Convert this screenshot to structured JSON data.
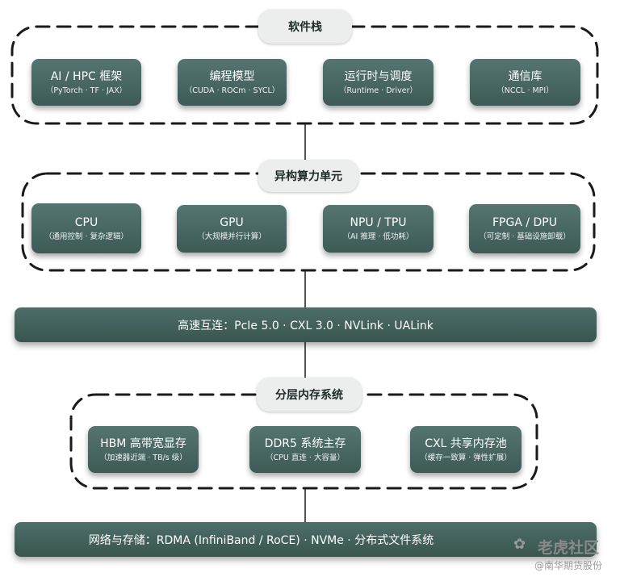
{
  "software_stack": {
    "label": "软件栈",
    "cards": [
      {
        "title": "AI / HPC 框架",
        "sub": "（PyTorch · TF · JAX）"
      },
      {
        "title": "编程模型",
        "sub": "（CUDA · ROCm · SYCL）"
      },
      {
        "title": "运行时与调度",
        "sub": "（Runtime · Driver）"
      },
      {
        "title": "通信库",
        "sub": "（NCCL · MPI）"
      }
    ]
  },
  "compute_units": {
    "label": "异构算力单元",
    "cards": [
      {
        "title": "CPU",
        "sub": "（通用控制 · 复杂逻辑）"
      },
      {
        "title": "GPU",
        "sub": "（大规模并行计算）"
      },
      {
        "title": "NPU / TPU",
        "sub": "（AI 推理 · 低功耗）"
      },
      {
        "title": "FPGA / DPU",
        "sub": "（可定制 · 基础设施卸载）"
      }
    ]
  },
  "interconnect": {
    "text": "高速互连：PcIe 5.0 · CXL 3.0 · NVLink · UALink"
  },
  "memory": {
    "label": "分层内存系统",
    "cards": [
      {
        "title": "HBM 高带宽显存",
        "sub": "（加速器近端 · TB/s 级）"
      },
      {
        "title": "DDR5 系统主存",
        "sub": "（CPU 直连 · 大容量）"
      },
      {
        "title": "CXL 共享内存池",
        "sub": "（缓存一致算 · 弹性扩展）"
      }
    ]
  },
  "network": {
    "text": "网络与存储：RDMA (InfiniBand / RoCE) · NVMe · 分布式文件系统"
  },
  "watermark": {
    "name": "老虎社区",
    "sub": "@南华期货股份"
  },
  "colors": {
    "card": "#4a6864",
    "pill": "#ebeeed",
    "dash": "#1a1a1a"
  }
}
